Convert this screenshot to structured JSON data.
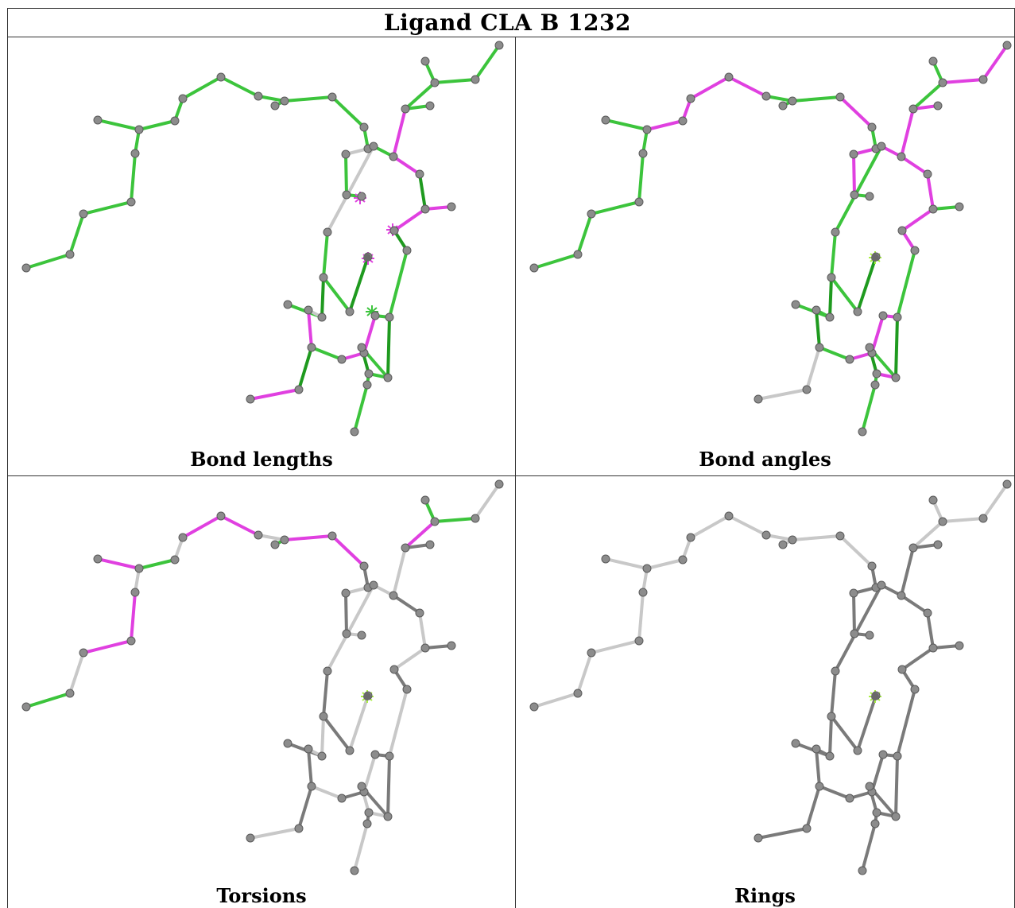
{
  "title": "Ligand CLA B 1232",
  "panels": [
    {
      "id": "bond-lengths",
      "caption": "Bond lengths"
    },
    {
      "id": "bond-angles",
      "caption": "Bond angles"
    },
    {
      "id": "torsions",
      "caption": "Torsions"
    },
    {
      "id": "rings",
      "caption": "Rings"
    }
  ],
  "colors": {
    "green": "#3cc43c",
    "dark_green": "#1f9a1f",
    "magenta": "#e040e0",
    "light_gray": "#c8c8c8",
    "dark_gray": "#7a7a7a",
    "atom": "#8c8c8c",
    "magnesium_marker": "#a8f040"
  }
}
